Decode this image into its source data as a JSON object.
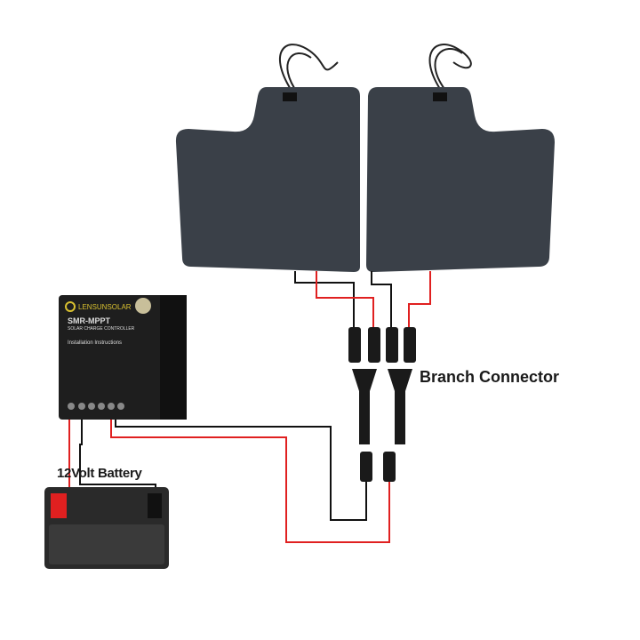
{
  "labels": {
    "branch_connector": "Branch Connector",
    "battery": "12Volt Battery"
  },
  "controller": {
    "brand": "LENSUNSOLAR",
    "model": "SMR-MPPT",
    "subtitle": "SOLAR CHARGE CONTROLLER",
    "instructions_title": "Installation Instructions"
  },
  "colors": {
    "positive_wire": "#e02020",
    "negative_wire": "#111111",
    "panel": "#3a4048"
  }
}
